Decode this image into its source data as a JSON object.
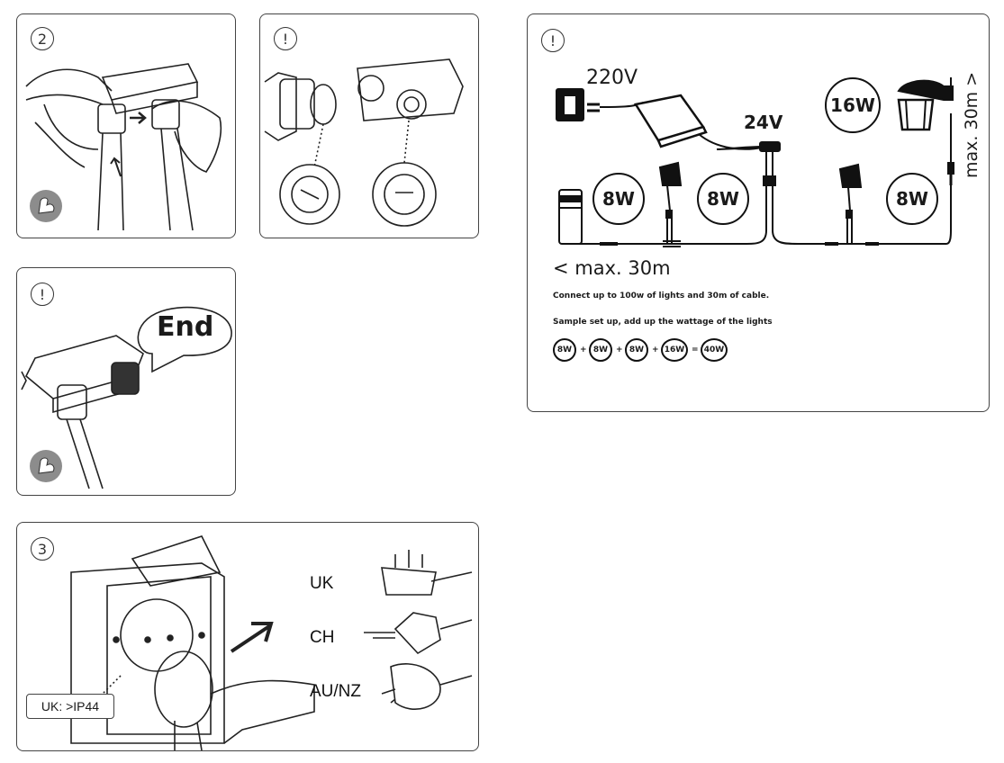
{
  "panel_connect": {
    "step": "2"
  },
  "panel_threads": {
    "step": "!"
  },
  "panel_end": {
    "step": "!",
    "end_label": "End"
  },
  "panel_socket": {
    "step": "3",
    "ip_rating": "UK: >IP44",
    "plugs": [
      "UK",
      "CH",
      "AU/NZ"
    ]
  },
  "panel_wiring": {
    "step": "!",
    "mains_voltage": "220V",
    "low_voltage": "24V",
    "lights": [
      "8W",
      "8W",
      "16W",
      "8W"
    ],
    "max_cable_horizontal": "< max. 30m",
    "max_cable_vertical": "max. 30m >",
    "connect_note": "Connect up to 100w of lights and 30m of cable.",
    "sample_note": "Sample set up, add up the wattage of the lights",
    "equation": [
      "8W",
      "+",
      "8W",
      "+",
      "8W",
      "+",
      "16W",
      "=",
      "40W"
    ]
  },
  "colors": {
    "panel_border": "#444444",
    "icon_bg": "#8c8c8c",
    "ink": "#111111"
  }
}
